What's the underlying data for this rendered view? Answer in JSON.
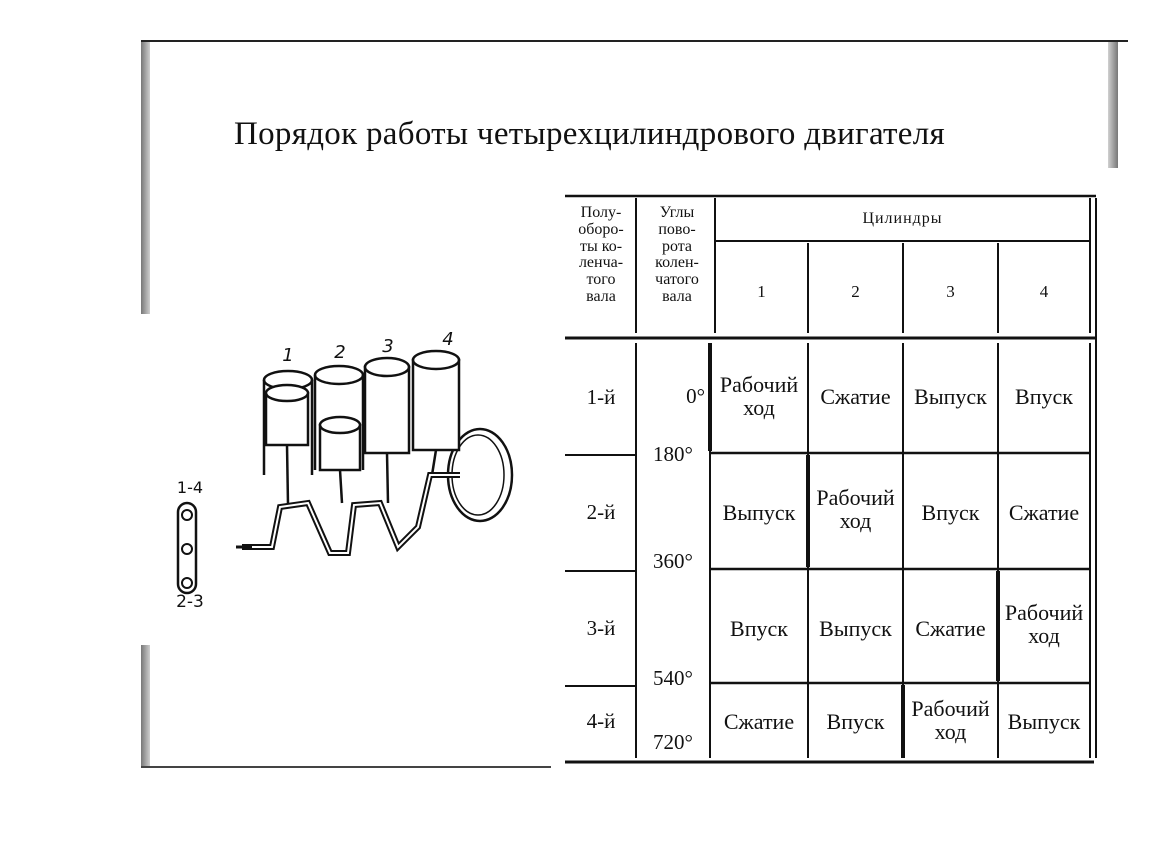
{
  "title": "Порядок работы четырехцилиндрового двигателя",
  "diagram": {
    "cylinder_labels": [
      "1",
      "2",
      "3",
      "4"
    ],
    "crank_labels": {
      "top": "1-4",
      "bottom": "2-3"
    }
  },
  "table": {
    "header": {
      "col1": [
        "Полу-",
        "оборо-",
        "ты ко-",
        "ленча-",
        "того",
        "вала"
      ],
      "col2": [
        "Углы",
        "пово-",
        "рота",
        "колен-",
        "чатого",
        "вала"
      ],
      "group": "Цилиндры",
      "cylinders": [
        "1",
        "2",
        "3",
        "4"
      ]
    },
    "rows": [
      {
        "label": "1-й",
        "cells": [
          "Рабочий ход",
          "Сжатие",
          "Выпуск",
          "Впуск"
        ]
      },
      {
        "label": "2-й",
        "cells": [
          "Выпуск",
          "Рабочий ход",
          "Впуск",
          "Сжатие"
        ]
      },
      {
        "label": "3-й",
        "cells": [
          "Впуск",
          "Выпуск",
          "Сжатие",
          "Рабочий ход"
        ]
      },
      {
        "label": "4-й",
        "cells": [
          "Сжатие",
          "Впуск",
          "Рабочий ход",
          "Выпуск"
        ]
      }
    ],
    "angles": [
      "0°",
      "180°",
      "360°",
      "540°",
      "720°"
    ]
  }
}
